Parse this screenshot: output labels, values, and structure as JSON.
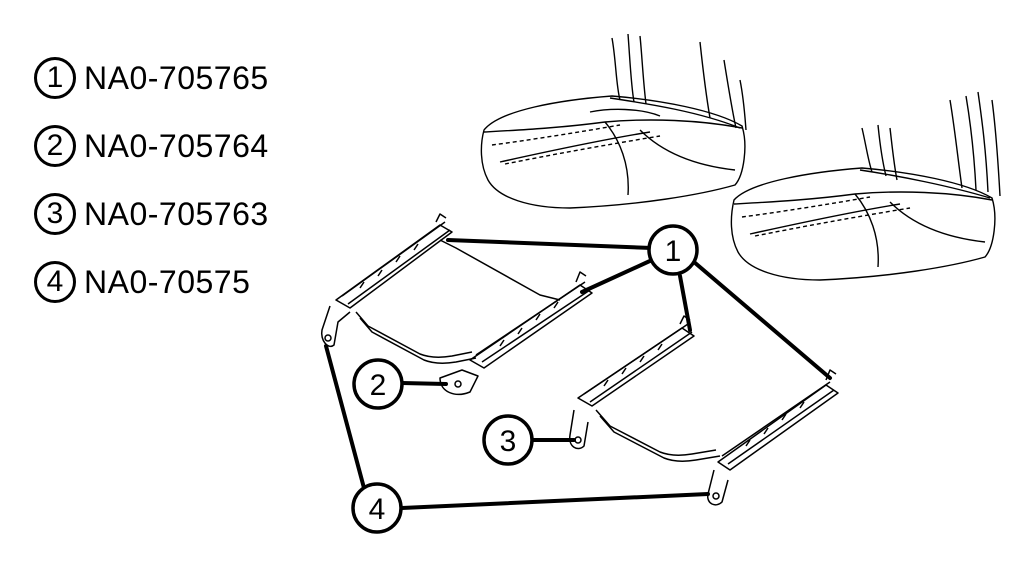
{
  "legend": [
    {
      "number": "1",
      "part": "NA0-705765"
    },
    {
      "number": "2",
      "part": "NA0-705764"
    },
    {
      "number": "3",
      "part": "NA0-705763"
    },
    {
      "number": "4",
      "part": "NA0-70575"
    }
  ],
  "callouts": {
    "c1": "1",
    "c2": "2",
    "c3": "3",
    "c4": "4"
  }
}
